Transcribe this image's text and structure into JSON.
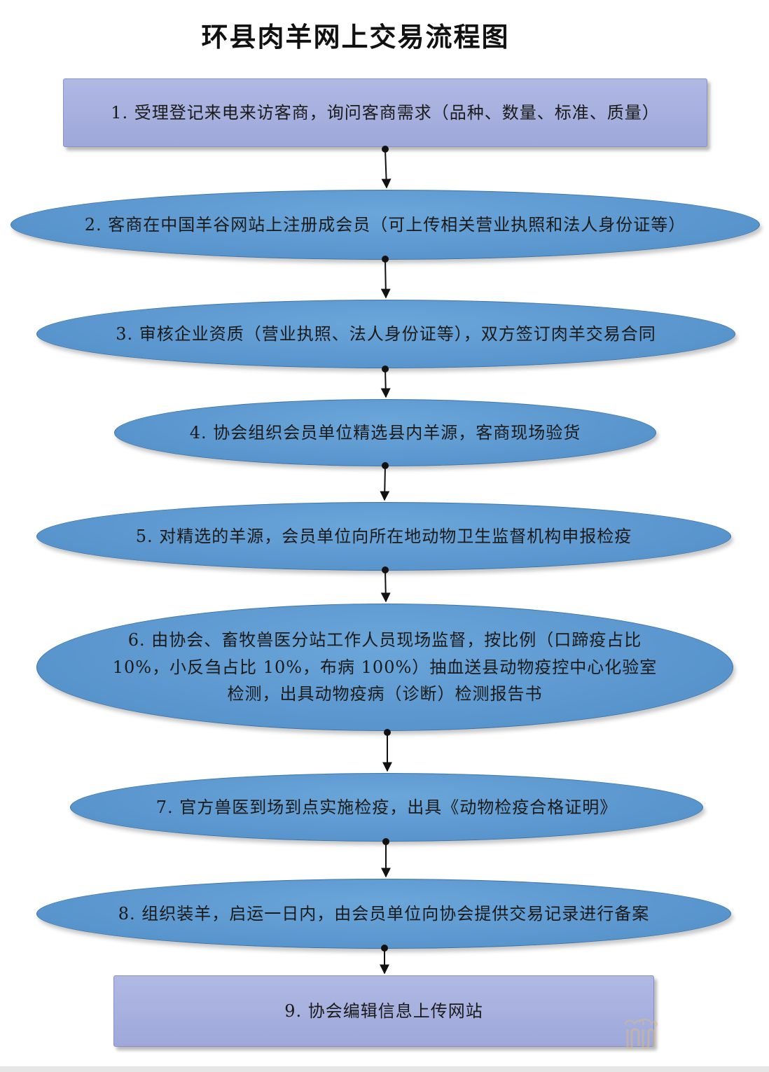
{
  "title": "环县肉羊网上交易流程图",
  "steps": [
    {
      "id": "1",
      "label": "1. 受理登记来电来访客商，询问客商需求（品种、数量、标准、质量）",
      "shape": "rectangle"
    },
    {
      "id": "2",
      "label": "2. 客商在中国羊谷网站上注册成会员（可上传相关营业执照和法人身份证等）",
      "shape": "ellipse"
    },
    {
      "id": "3",
      "label": "3. 审核企业资质（营业执照、法人身份证等），双方签订肉羊交易合同",
      "shape": "ellipse"
    },
    {
      "id": "4",
      "label": "4. 协会组织会员单位精选县内羊源，客商现场验货",
      "shape": "ellipse"
    },
    {
      "id": "5",
      "label": "5. 对精选的羊源，会员单位向所在地动物卫生监督机构申报检疫",
      "shape": "ellipse"
    },
    {
      "id": "6",
      "label": "6. 由协会、畜牧兽医分站工作人员现场监督，按比例（口蹄疫占比 10%，小反刍占比 10%，布病 100%）抽血送县动物疫控中心化验室检测，出具动物疫病（诊断）检测报告书",
      "shape": "ellipse"
    },
    {
      "id": "7",
      "label": "7. 官方兽医到场到点实施检疫，出具《动物检疫合格证明》",
      "shape": "ellipse"
    },
    {
      "id": "8",
      "label": "8. 组织装羊，启运一日内，由会员单位向协会提供交易记录进行备案",
      "shape": "ellipse"
    },
    {
      "id": "9",
      "label": "9. 协会编辑信息上传网站",
      "shape": "rectangle"
    }
  ],
  "edges": [
    {
      "from": "1",
      "to": "2"
    },
    {
      "from": "2",
      "to": "3"
    },
    {
      "from": "3",
      "to": "4"
    },
    {
      "from": "4",
      "to": "5"
    },
    {
      "from": "5",
      "to": "6"
    },
    {
      "from": "6",
      "to": "7"
    },
    {
      "from": "7",
      "to": "8"
    },
    {
      "from": "8",
      "to": "9"
    }
  ],
  "colors": {
    "rect_fill": "#a6afdd",
    "ellipse_fill": "#5b97ce",
    "connector": "#111111"
  }
}
